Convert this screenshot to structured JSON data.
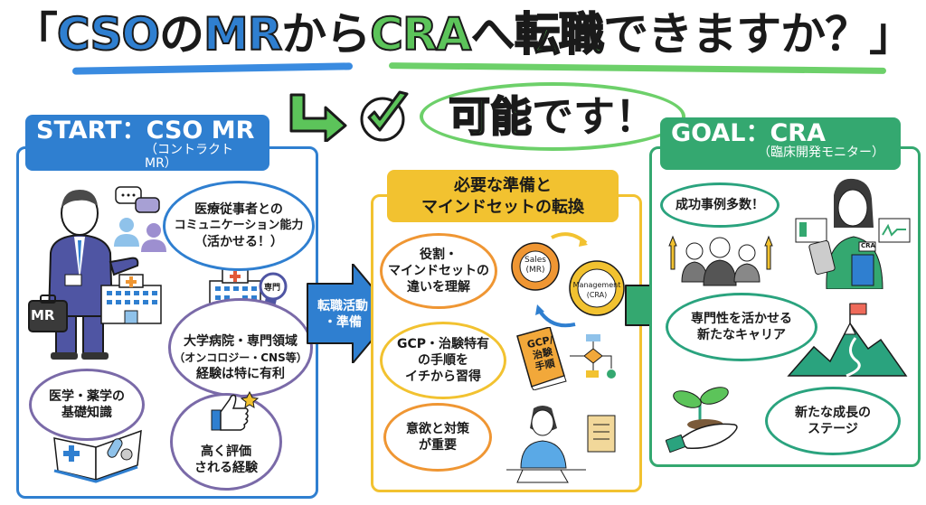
{
  "title": {
    "open_bracket": "「",
    "part1": "CSO",
    "part2": "の",
    "part3": "MR",
    "part4": "から",
    "part5": "CRA",
    "part6": "へ",
    "part7": "転職",
    "part8": "できますか？",
    "close_bracket": "」"
  },
  "answer": {
    "highlight": "可能",
    "rest": "です！",
    "icons": [
      "hook-arrow-icon",
      "check-circle-icon"
    ]
  },
  "start": {
    "label": "START：CSO MR",
    "sublabel": "（コントラクトMR）",
    "briefcase_label": "MR",
    "badge_label": "専門",
    "bubbles": [
      {
        "lines": [
          "医療従事者との",
          "コミュニケーション能力",
          "（活かせる！）"
        ]
      },
      {
        "lines": [
          "大学病院・専門領域",
          "（オンコロジー・CNS等）",
          "経験は特に有利"
        ]
      },
      {
        "lines": [
          "医学・薬学の",
          "基礎知識"
        ]
      },
      {
        "lines": [
          "高く評価",
          "される経験"
        ]
      }
    ],
    "colors": {
      "primary": "#2f7fd0",
      "secondary": "#7a6aa8"
    }
  },
  "transition": {
    "label_line1": "転職活動",
    "label_line2": "・準備"
  },
  "middle": {
    "label_line1": "必要な準備と",
    "label_line2": "マインドセットの転換",
    "gear1": {
      "line1": "Sales",
      "line2": "(MR)"
    },
    "gear2": {
      "line1": "Management",
      "line2": "(CRA)"
    },
    "book_label": [
      "GCP/",
      "治験",
      "手順"
    ],
    "bubbles": [
      {
        "lines": [
          "役割・",
          "マインドセットの",
          "違いを理解"
        ]
      },
      {
        "lines": [
          "GCP・治験特有",
          "の手順を",
          "イチから習得"
        ]
      },
      {
        "lines": [
          "意欲と対策",
          "が重要"
        ]
      }
    ],
    "colors": {
      "primary": "#f2c230",
      "secondary": "#ef9633"
    }
  },
  "goal": {
    "label": "GOAL：CRA",
    "sublabel": "（臨床開発モニター）",
    "badge_label": "CRA",
    "bubbles": [
      {
        "lines": [
          "成功事例多数！"
        ]
      },
      {
        "lines": [
          "専門性を活かせる",
          "新たなキャリア"
        ]
      },
      {
        "lines": [
          "新たな成長の",
          "ステージ"
        ]
      }
    ],
    "colors": {
      "primary": "#34a870",
      "secondary": "#2aa37e"
    }
  }
}
